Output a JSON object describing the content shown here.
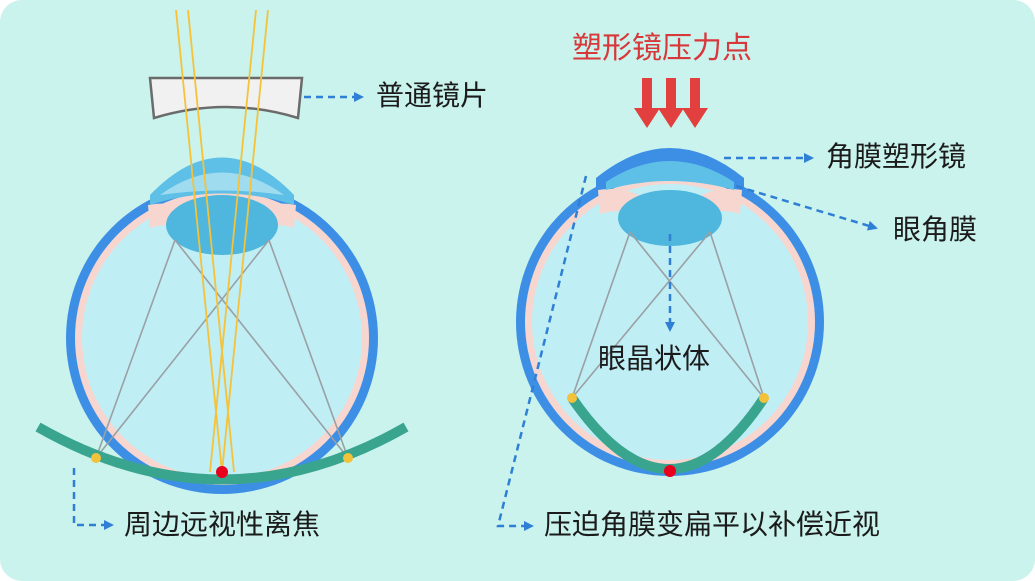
{
  "labels": {
    "ordinary_lens": "普通镜片",
    "peripheral_defocus": "周边远视性离焦",
    "pressure_points": "塑形镜压力点",
    "ortho_k_lens": "角膜塑形镜",
    "cornea": "眼角膜",
    "crystalline_lens": "眼晶状体",
    "flatten_compensate": "压迫角膜变扁平以补偿近视"
  },
  "colors": {
    "background": "#c9f3ec",
    "eye_outer": "#3d8fe6",
    "eye_inner": "#bfeef5",
    "choroid": "#f8d6d0",
    "cornea": "#5ec0e6",
    "lens": "#4fb6dd",
    "retina": "#3aa58f",
    "light_rays": "#f5c23a",
    "focus_point": "#e8001c",
    "peripheral_point": "#f2c23b",
    "pressure_arrow": "#e2403f",
    "pointer_arrow": "#2f7fd6"
  }
}
